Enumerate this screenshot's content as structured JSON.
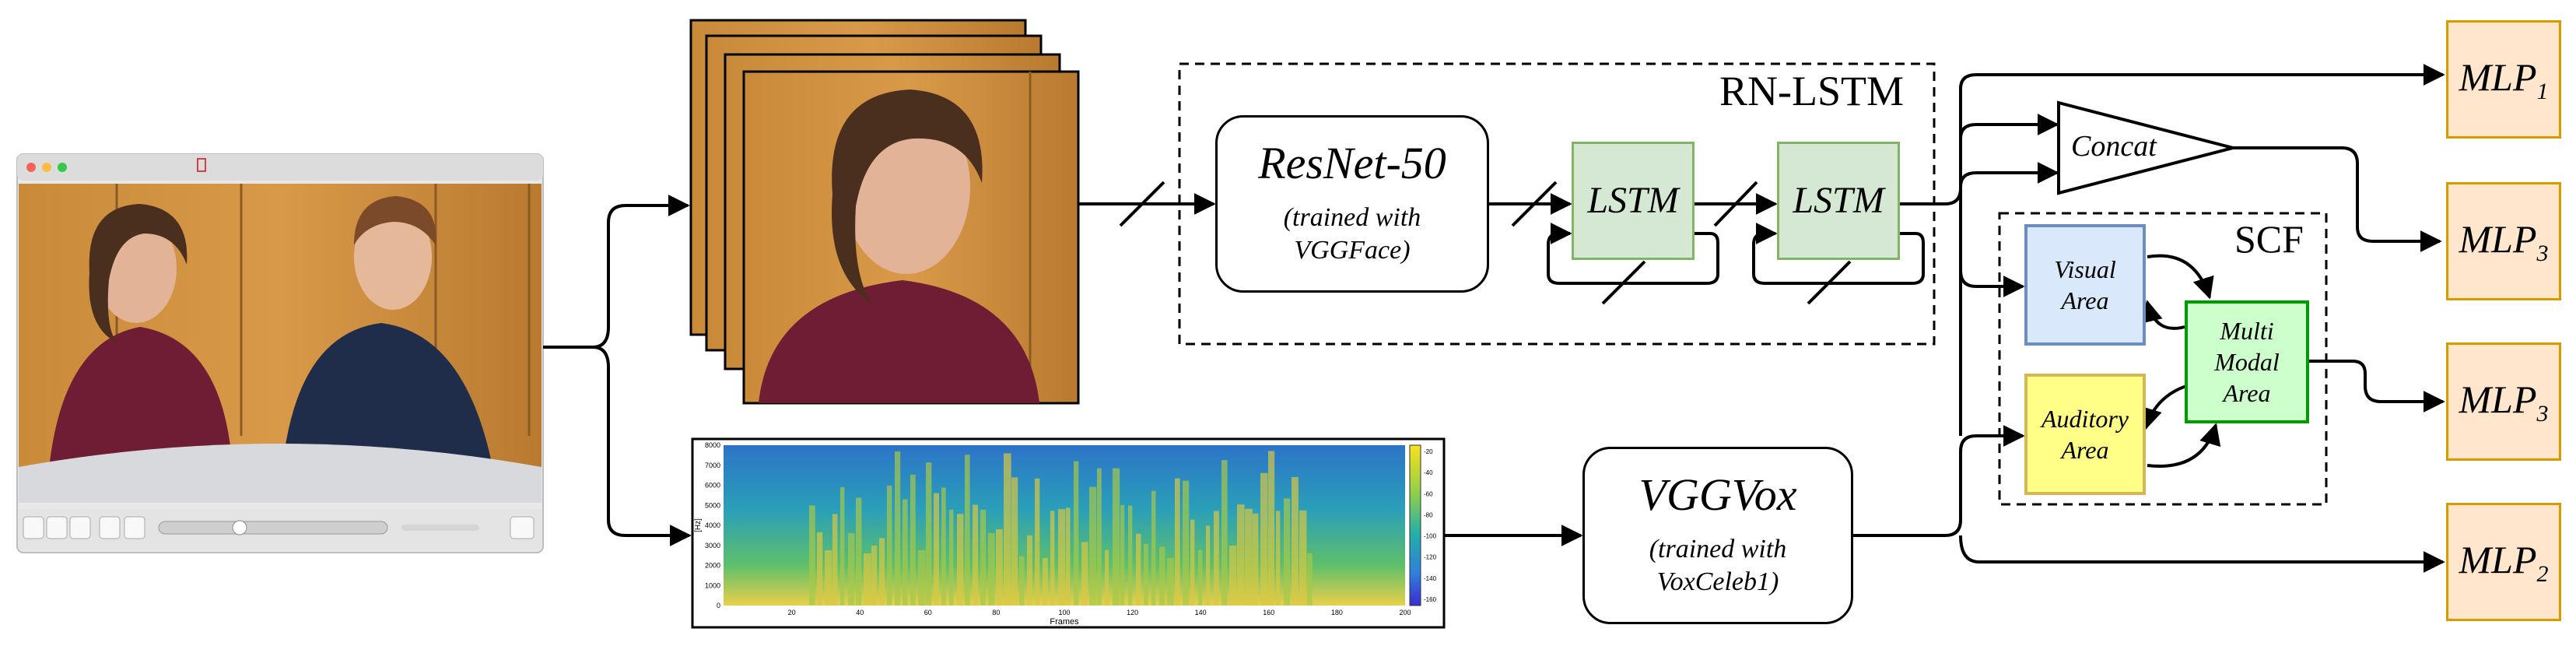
{
  "groups": {
    "rn_lstm": "RN-LSTM",
    "scf": "SCF"
  },
  "resnet": {
    "title": "ResNet-50",
    "sub_line1": "(trained with",
    "sub_line2": "VGGFace)"
  },
  "lstm": {
    "first": "LSTM",
    "second": "LSTM"
  },
  "vggvox": {
    "title": "VGGVox",
    "sub_line1": "(trained with",
    "sub_line2": "VoxCeleb1)"
  },
  "concat": "Concat",
  "areas": {
    "visual_line1": "Visual",
    "visual_line2": "Area",
    "auditory_line1": "Auditory",
    "auditory_line2": "Area",
    "multi_line1": "Multi",
    "multi_line2": "Modal",
    "multi_line3": "Area"
  },
  "mlps": [
    {
      "base": "MLP",
      "sub": "1"
    },
    {
      "base": "MLP",
      "sub": "3"
    },
    {
      "base": "MLP",
      "sub": "3"
    },
    {
      "base": "MLP",
      "sub": "2"
    }
  ],
  "spectrogram": {
    "xlabel": "Frames",
    "ylabel": "[Hz]",
    "xticks": [
      "20",
      "40",
      "60",
      "80",
      "100",
      "120",
      "140",
      "160",
      "180",
      "200"
    ],
    "yticks": [
      "8000",
      "7000",
      "6000",
      "5000",
      "4000",
      "3000",
      "2000",
      "1000",
      "0"
    ],
    "cticks": [
      "-20",
      "-40",
      "-60",
      "-80",
      "-100",
      "-120",
      "-140",
      "-160"
    ]
  },
  "colors": {
    "lstm_fill": "#d5e8d4",
    "lstm_stroke": "#82b366",
    "visual_fill": "#dae8fc",
    "visual_stroke": "#6c8ebf",
    "auditory_fill": "#ffff88",
    "auditory_stroke": "#d6b656",
    "multimodal_fill": "#ccffcc",
    "multimodal_stroke": "#009900",
    "mlp_fill": "#ffe6cc",
    "mlp_stroke": "#d79b00"
  }
}
